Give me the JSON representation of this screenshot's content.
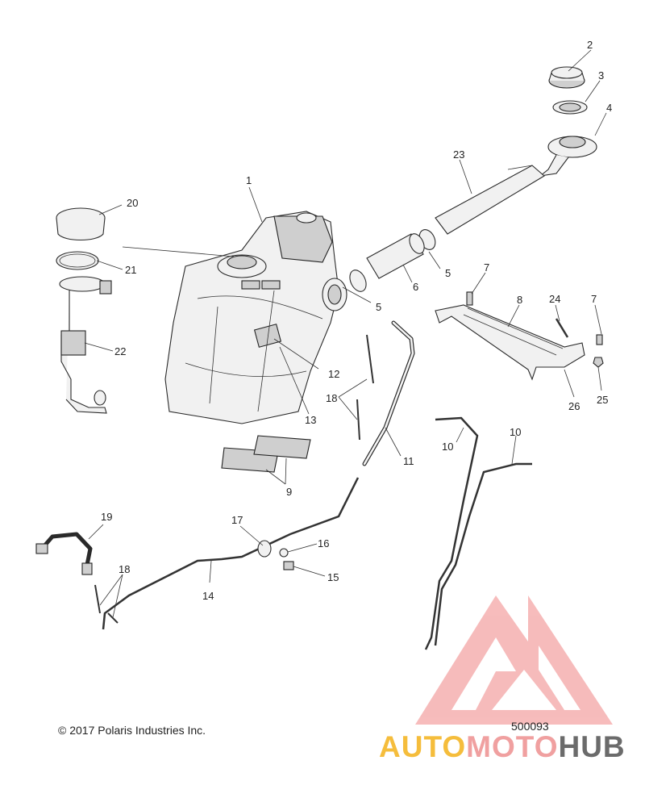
{
  "diagram": {
    "copyright": "© 2017 Polaris Industries Inc.",
    "drawing_number": "500093",
    "watermark": {
      "part1": "AUTO",
      "part2": "MOTO",
      "part3": "HUB",
      "logo_icon": "triangle-m-logo-icon"
    },
    "callouts": [
      "1",
      "2",
      "3",
      "4",
      "5",
      "5",
      "6",
      "7",
      "7",
      "8",
      "9",
      "10",
      "10",
      "11",
      "12",
      "13",
      "14",
      "15",
      "16",
      "17",
      "18",
      "18",
      "19",
      "20",
      "21",
      "22",
      "23",
      "24",
      "25",
      "26"
    ]
  }
}
